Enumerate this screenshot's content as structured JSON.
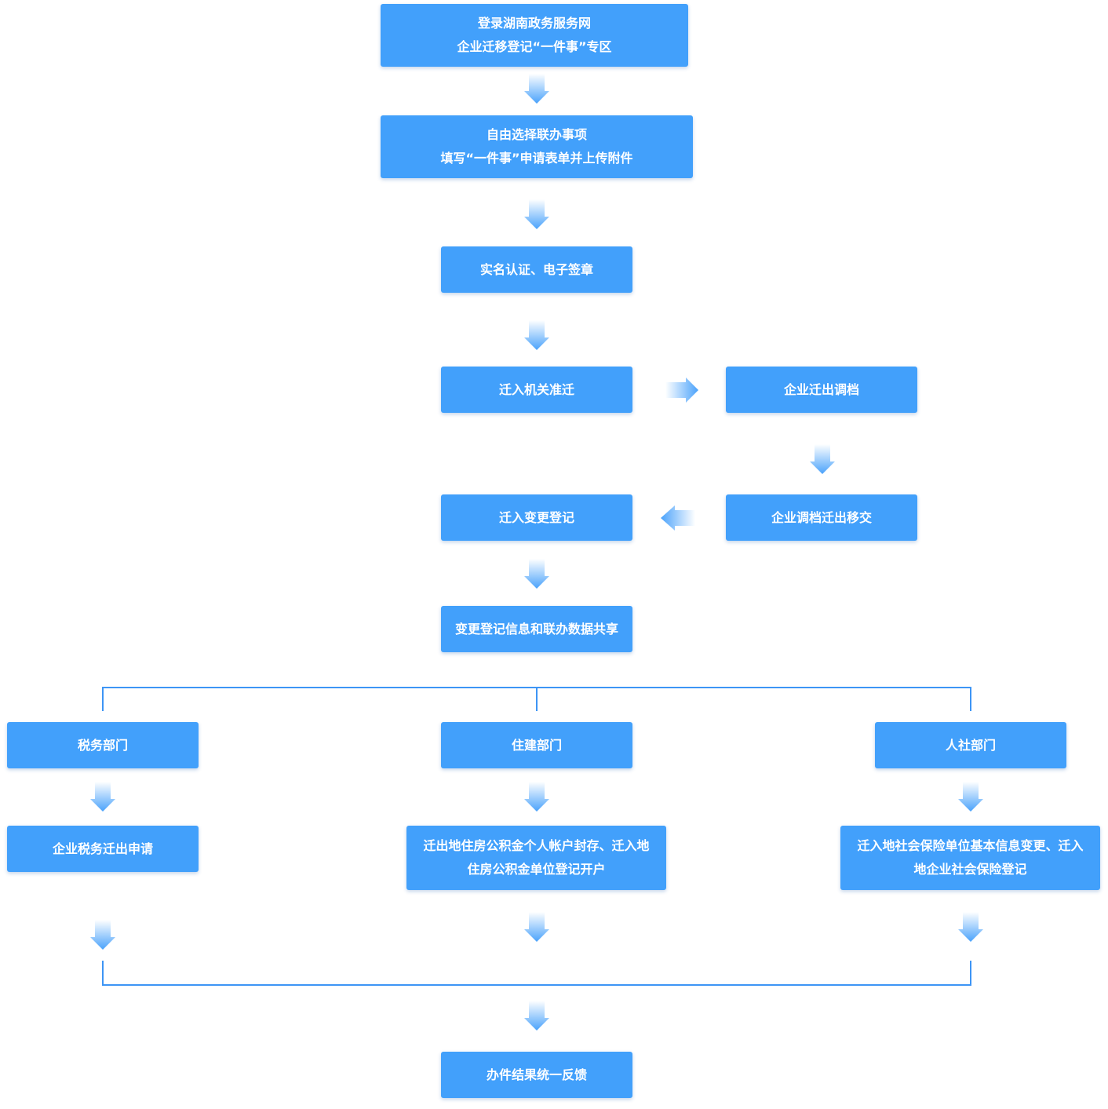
{
  "steps": {
    "login": {
      "line1": "登录湖南政务服务网",
      "line2": "企业迁移登记“一件事”专区"
    },
    "select": {
      "line1": "自由选择联办事项",
      "line2": "填写“一件事”申请表单并上传附件"
    },
    "auth": "实名认证、电子签章",
    "approve_in": "迁入机关准迁",
    "archive_out": "企业迁出调档",
    "archive_transfer": "企业调档迁出移交",
    "change_register": "迁入变更登记",
    "data_share": "变更登记信息和联办数据共享",
    "tax_dept": "税务部门",
    "housing_dept": "住建部门",
    "hr_dept": "人社部门",
    "tax_task": "企业税务迁出申请",
    "housing_task": {
      "line1": "迁出地住房公积金个人帐户封存、迁入地",
      "line2": "住房公积金单位登记开户"
    },
    "hr_task": {
      "line1": "迁入地社会保险单位基本信息变更、迁入",
      "line2": "地企业社会保险登记"
    },
    "feedback": "办件结果统一反馈"
  },
  "colors": {
    "node_fill": "#42a0fb",
    "node_text": "#ffffff",
    "connector": "#3d95f5",
    "arrow": "#4aa2fb"
  }
}
